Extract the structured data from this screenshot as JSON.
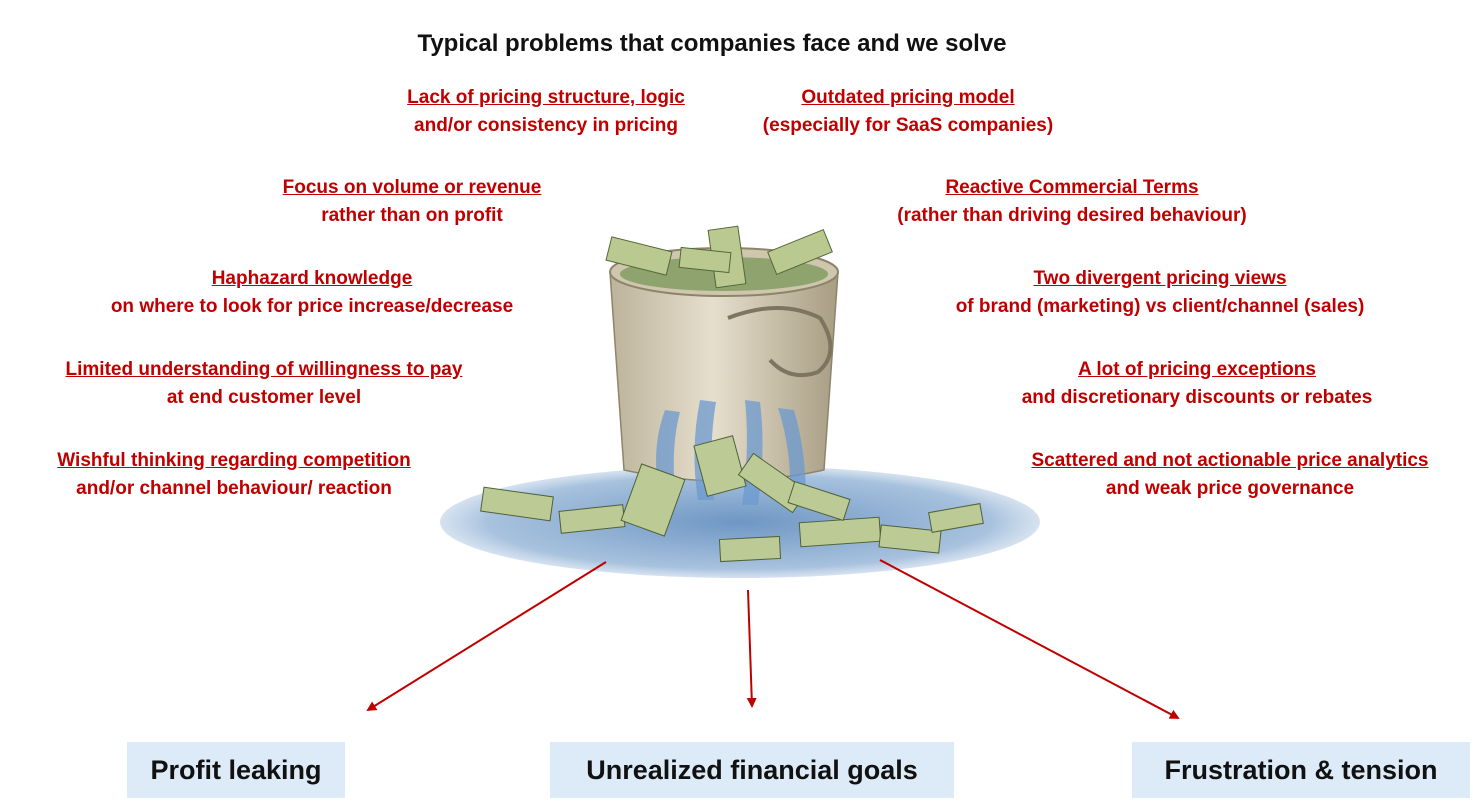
{
  "title": "Typical problems that companies face and we solve",
  "problems_left": [
    {
      "head": "Lack of pricing structure, logic",
      "sub": "and/or consistency in pricing"
    },
    {
      "head": "Focus on volume or revenue",
      "sub": "rather than on profit"
    },
    {
      "head": "Haphazard knowledge",
      "sub": "on where to look for price increase/decrease"
    },
    {
      "head": "Limited understanding of willingness to pay",
      "sub": "at end customer level"
    },
    {
      "head": "Wishful thinking regarding competition",
      "sub": "and/or channel behaviour/ reaction"
    }
  ],
  "problems_right": [
    {
      "head": "Outdated pricing model",
      "sub": "(especially for SaaS companies)"
    },
    {
      "head": "Reactive Commercial Terms",
      "sub": "(rather than driving desired behaviour)"
    },
    {
      "head": "Two divergent pricing views",
      "sub": "of brand (marketing) vs client/channel (sales)"
    },
    {
      "head": "A lot of pricing exceptions",
      "sub": "and discretionary discounts or rebates"
    },
    {
      "head": "Scattered and not actionable price analytics",
      "sub": "and weak price governance"
    }
  ],
  "outcomes": [
    "Profit leaking",
    "Unrealized financial goals",
    "Frustration & tension"
  ],
  "colors": {
    "problem_text": "#c00000",
    "arrow": "#c00000",
    "outcome_box": "#dcebf7"
  },
  "image": {
    "description_icon": "leaking-money-bucket-icon"
  }
}
